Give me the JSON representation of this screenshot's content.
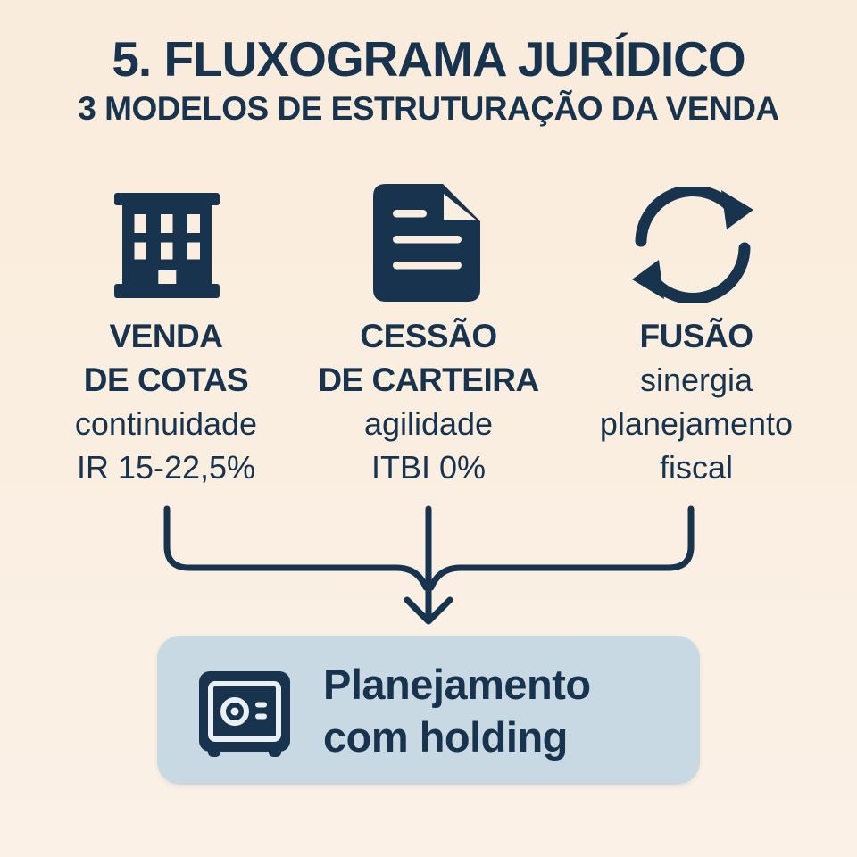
{
  "header": {
    "title": "5. FLUXOGRAMA JURÍDICO",
    "subtitle": "3 MODELOS DE ESTRUTURAÇÃO DA VENDA"
  },
  "colors": {
    "background": "#faeee0",
    "navy": "#17334d",
    "result_box_bg": "#c9d9e3"
  },
  "models": [
    {
      "icon": "building-icon",
      "bold_lines": [
        "VENDA",
        "DE COTAS"
      ],
      "regular_lines": [
        "continuidade",
        "IR 15-22,5%"
      ]
    },
    {
      "icon": "document-icon",
      "bold_lines": [
        "CESSÃO",
        "DE CARTEIRA"
      ],
      "regular_lines": [
        "agilidade",
        "ITBI 0%"
      ]
    },
    {
      "icon": "sync-icon",
      "bold_lines": [
        "FUSÃO"
      ],
      "regular_lines": [
        "sinergia",
        "planejamento",
        "fiscal"
      ]
    }
  ],
  "connector": {
    "icon": "converging-down-arrow-icon"
  },
  "result_box": {
    "icon": "safe-icon",
    "label_line1": "Planejamento",
    "label_line2": "com holding"
  }
}
